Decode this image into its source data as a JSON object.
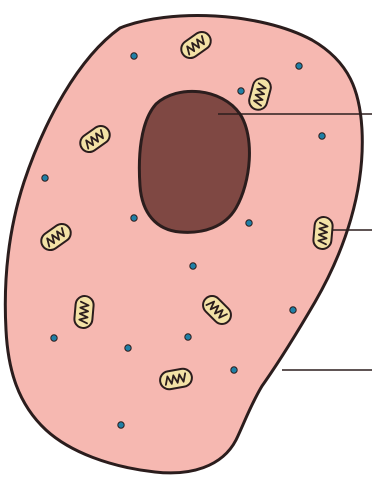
{
  "diagram": {
    "subject": "animal cell",
    "parts": [
      {
        "id": "nucleus",
        "icon": "nucleus-icon",
        "color": "#7f4843"
      },
      {
        "id": "mitochondrion",
        "icon": "mitochondrion-icon",
        "color": "#f3e2a6"
      },
      {
        "id": "cell-membrane",
        "icon": "cell-membrane-icon",
        "color": "#f6b8b1"
      },
      {
        "id": "ribosome",
        "icon": "ribosome-icon",
        "color": "#1f7fa6"
      }
    ],
    "label_lines": 3,
    "labels_text": []
  },
  "colors": {
    "cytoplasm": "#f6b8b1",
    "outline": "#2b1d1d",
    "nucleus": "#7f4843",
    "mitochondria_fill": "#f3e2a6",
    "ribosome_fill": "#1f7fa6"
  }
}
